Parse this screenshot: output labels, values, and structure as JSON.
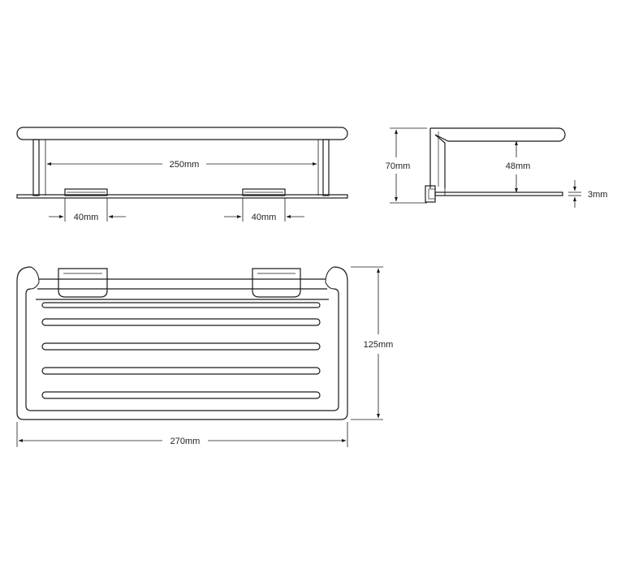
{
  "front_view": {
    "width_label": "250mm",
    "left_bracket_label": "40mm",
    "right_bracket_label": "40mm"
  },
  "side_view": {
    "height_label": "70mm",
    "gap_label": "48mm",
    "thickness_label": "3mm"
  },
  "top_view": {
    "depth_label": "125mm",
    "overall_width_label": "270mm"
  },
  "colors": {
    "line": "#1a1a1a",
    "background": "#ffffff"
  }
}
